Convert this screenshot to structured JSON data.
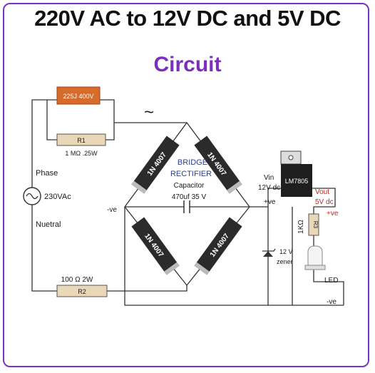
{
  "header": {
    "title": "220V AC to 12V DC and 5V DC",
    "subtitle": "Circuit"
  },
  "colors": {
    "frame": "#7a32c8",
    "subtitle": "#7b2fbe",
    "wire": "#333333",
    "capacitor_body": "#d86a2a",
    "resistor_body": "#e9d7b8",
    "diode_body": "#2b2b2b",
    "accent_red": "#c0271f"
  },
  "components": {
    "x_capacitor": {
      "label": "225J 400V"
    },
    "r1": {
      "name": "R1",
      "value": "1 MΩ .25W"
    },
    "r2": {
      "name": "R2",
      "value": "100 Ω 2W"
    },
    "r3": {
      "name": "R3",
      "value": "1KΩ"
    },
    "ac_source": {
      "phase": "Phase",
      "voltage": "230VAc",
      "neutral": "Nuetral"
    },
    "ac_symbol": "~",
    "bridge": {
      "line1": "BRIDGE",
      "line2": "RECTIFIER",
      "capacitor_label": "Capacitor",
      "capacitor_value": "470uf 35 V"
    },
    "diodes": [
      "1N 4007",
      "1N 4007",
      "1N 4007",
      "1N 4007"
    ],
    "neg_left": "-ve",
    "vin": {
      "line1": "Vin",
      "line2": "12V dc",
      "pos": "+ve"
    },
    "regulator": {
      "name": "LM7805"
    },
    "zener": {
      "line1": "12 V",
      "line2": "zener"
    },
    "vout": {
      "line1": "Vout",
      "line2": "5V dc",
      "pos": "+ve"
    },
    "led": {
      "label": "LED"
    },
    "neg_right": "-ve"
  }
}
